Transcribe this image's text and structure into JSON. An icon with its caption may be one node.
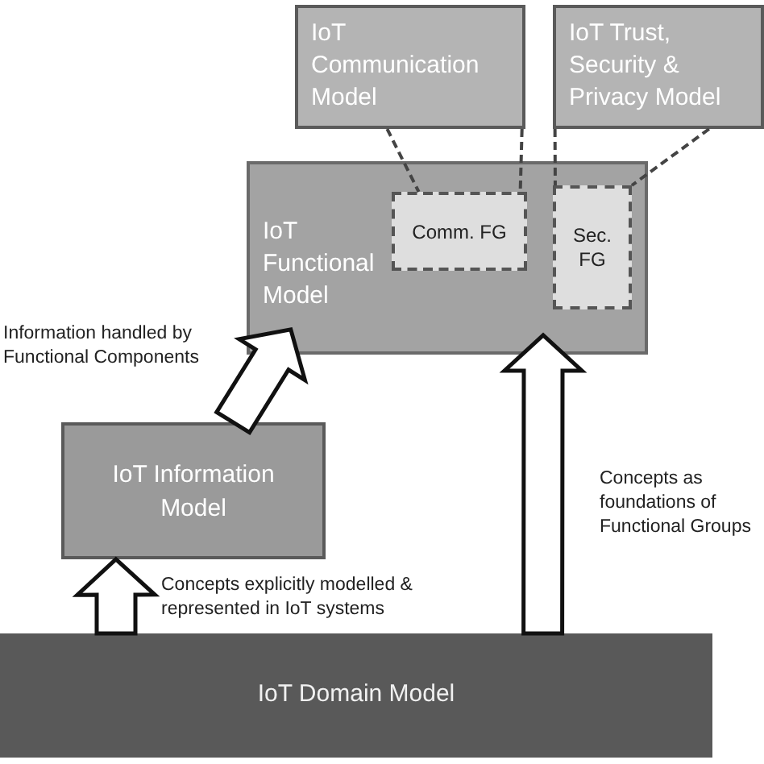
{
  "diagram": {
    "nodes": [
      {
        "text": [
          "IoT Communication Model"
        ]
      },
      {
        "text": [
          "IoT Trust, Security & Privacy Model"
        ]
      },
      {
        "text": [
          "IoT Functional Model"
        ]
      },
      {
        "text": [
          "Comm. FG"
        ],
        "in": 2
      },
      {
        "text": [
          "Sec. FG"
        ],
        "in": 2
      },
      {
        "text": [
          "IoT Information Model"
        ]
      },
      {
        "text": [
          "IoT Domain Model"
        ]
      }
    ],
    "edges": [
      {
        "from": 0,
        "to": 3,
        "arrow": "none",
        "style": "dashed"
      },
      {
        "from": 0,
        "to": 3,
        "arrow": "none",
        "style": "dashed"
      },
      {
        "from": 1,
        "to": 4,
        "arrow": "none",
        "style": "dashed"
      },
      {
        "from": 1,
        "to": 4,
        "arrow": "none",
        "style": "dashed"
      },
      {
        "from": 6,
        "to": 5,
        "arrow": "to",
        "style": "thick",
        "label": "Concepts explicitly modelled & represented in IoT systems"
      },
      {
        "from": 5,
        "to": 2,
        "arrow": "to",
        "style": "thick",
        "label": "Information handled by Functional Components"
      },
      {
        "from": 6,
        "to": 2,
        "arrow": "to",
        "style": "thick",
        "label": "Concepts as foundations of Functional Groups"
      }
    ]
  }
}
